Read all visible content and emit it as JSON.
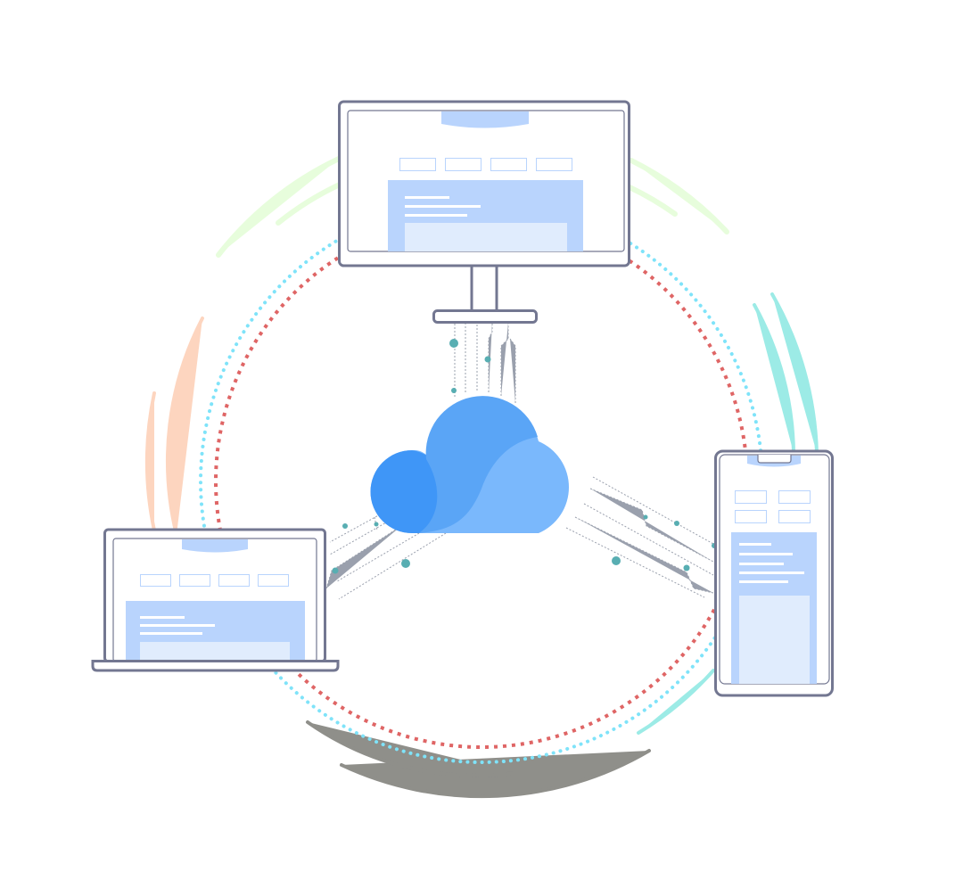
{
  "colors": {
    "background": "#ffffff",
    "frame": "#737791",
    "screen_accent": "#b9d4fd",
    "screen_inner": "#e0ecfd",
    "screen_button_outline": "#b9d4fd",
    "cloud_light": "#7ab8fc",
    "cloud_mid": "#5aa5f6",
    "cloud_dark": "#3f96f7",
    "circuit_line": "#9aa0ad",
    "circuit_node": "#58aeb2",
    "ring_red_dashed": "#df6565",
    "ring_cyan_dotted": "#7fe3f9",
    "arc_green": "#e7fddc",
    "arc_orange": "#fdd5bf",
    "arc_teal": "#9cebe6",
    "arc_gray": "#8f8f8a"
  },
  "devices": [
    {
      "kind": "desktop-monitor",
      "icon": "monitor-icon"
    },
    {
      "kind": "laptop",
      "icon": "laptop-icon"
    },
    {
      "kind": "smartphone",
      "icon": "smartphone-icon"
    }
  ],
  "hub": {
    "kind": "cloud",
    "icon": "cloud-icon"
  }
}
